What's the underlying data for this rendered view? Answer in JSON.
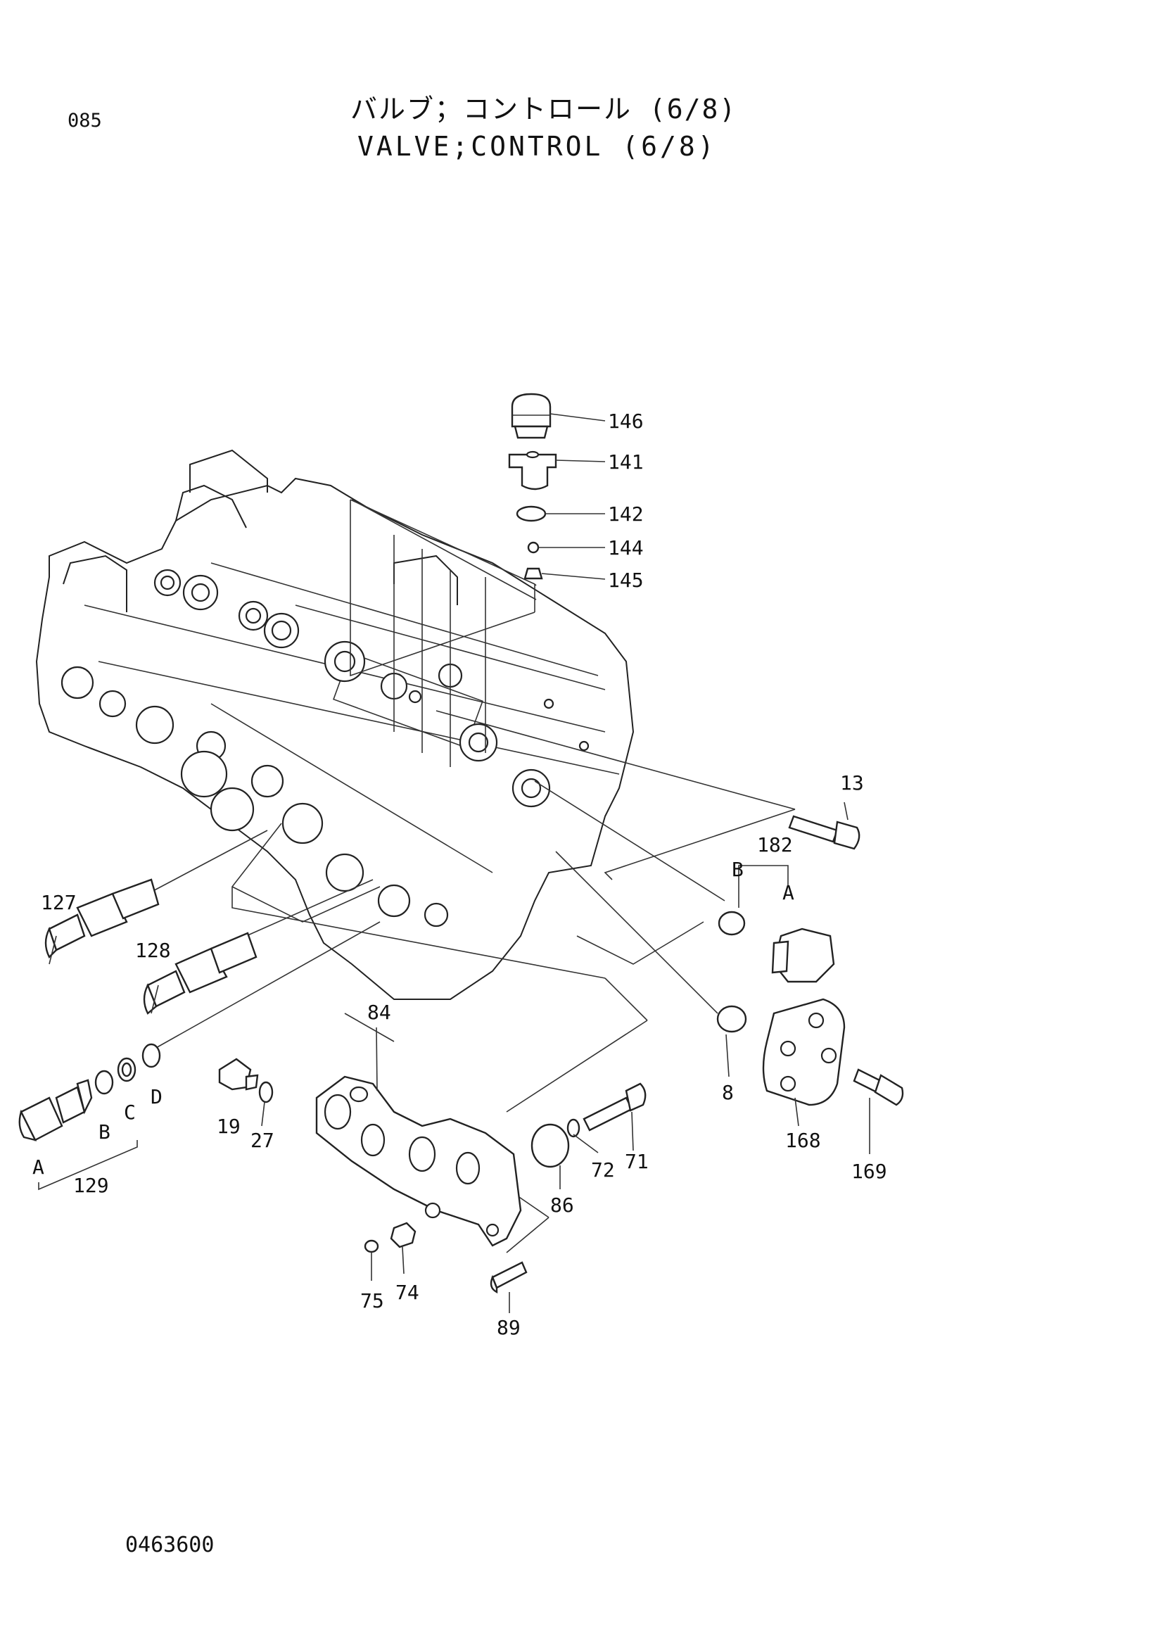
{
  "header": {
    "page_code": "085",
    "title_jp": "バルブ；コントロール (6/8)",
    "title_en": "VALVE;CONTROL (6/8)"
  },
  "footer": {
    "drawing_number": "0463600"
  },
  "callouts": {
    "p146": "146",
    "p141": "141",
    "p142": "142",
    "p144": "144",
    "p145": "145",
    "p13": "13",
    "p182": "182",
    "p182_b": "B",
    "p182_a": "A",
    "p127": "127",
    "p128": "128",
    "p84": "84",
    "p8": "8",
    "p168": "168",
    "p169": "169",
    "p19": "19",
    "p27": "27",
    "p129": "129",
    "p129_a": "A",
    "p129_b": "B",
    "p129_c": "C",
    "p129_d": "D",
    "p86": "86",
    "p72": "72",
    "p71": "71",
    "p75": "75",
    "p74": "74",
    "p89": "89"
  }
}
